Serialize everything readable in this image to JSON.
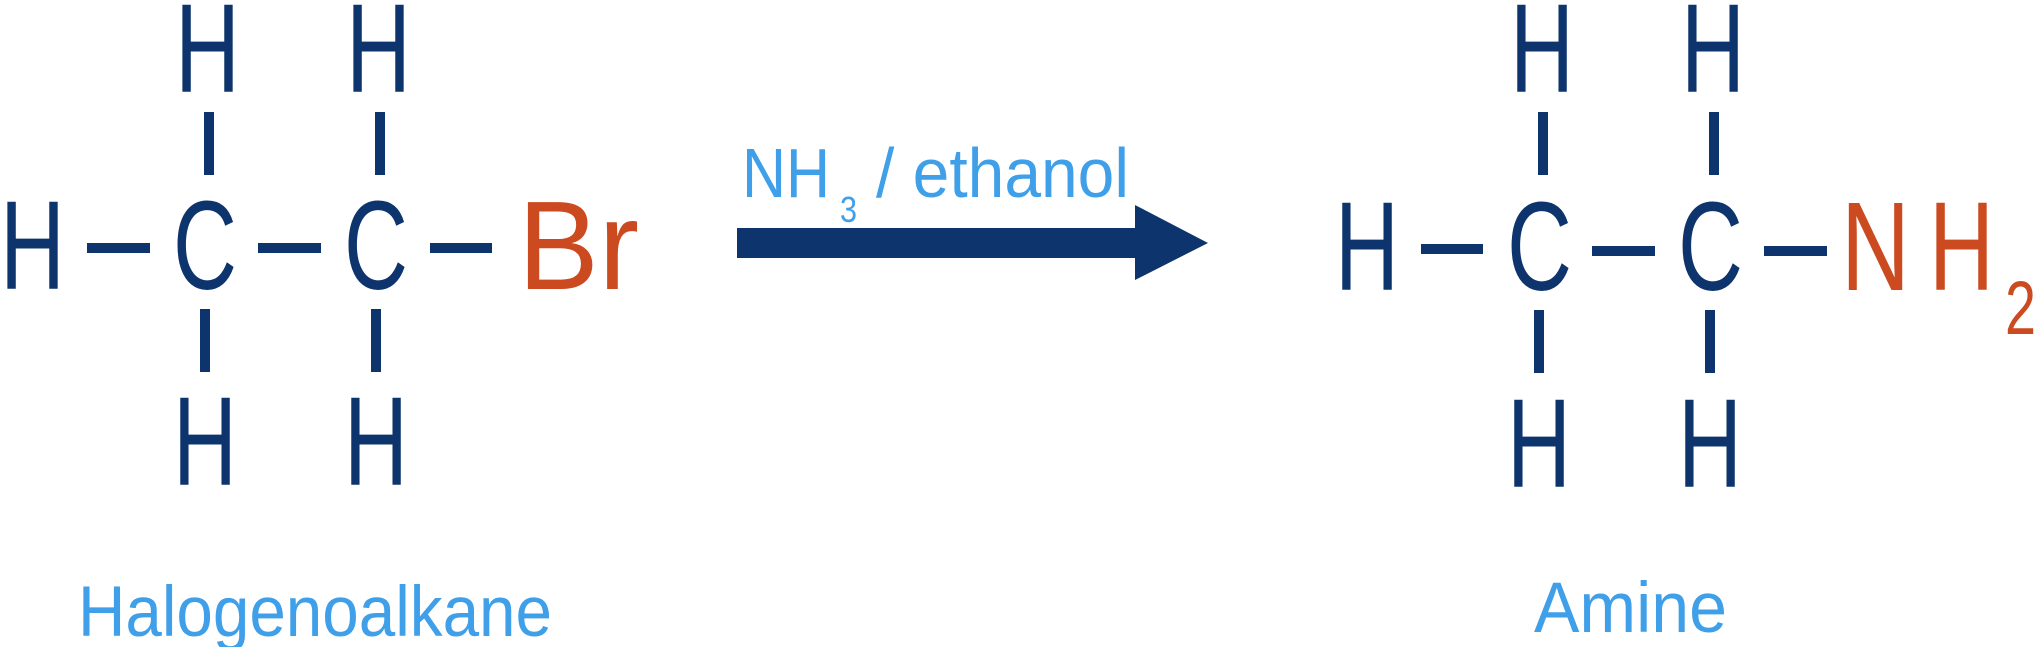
{
  "colors": {
    "carbon_hydrogen": "#0d346c",
    "functional_group": "#cc4a1f",
    "labels": "#3f9fe8",
    "arrow": "#0d346c"
  },
  "reactant": {
    "name": "Halogenoalkane",
    "atoms": {
      "h_top_1": "H",
      "h_top_2": "H",
      "h_left": "H",
      "c1": "C",
      "c2": "C",
      "halogen": "Br",
      "h_bottom_1": "H",
      "h_bottom_2": "H"
    }
  },
  "reagent": {
    "formula": "NH",
    "subscript": "3",
    "conditions": "/ ethanol"
  },
  "product": {
    "name": "Amine",
    "atoms": {
      "h_top_1": "H",
      "h_top_2": "H",
      "h_left": "H",
      "c1": "C",
      "c2": "C",
      "n": "N",
      "nh_h": "H",
      "nh_subscript": "2",
      "h_bottom_1": "H",
      "h_bottom_2": "H"
    }
  }
}
